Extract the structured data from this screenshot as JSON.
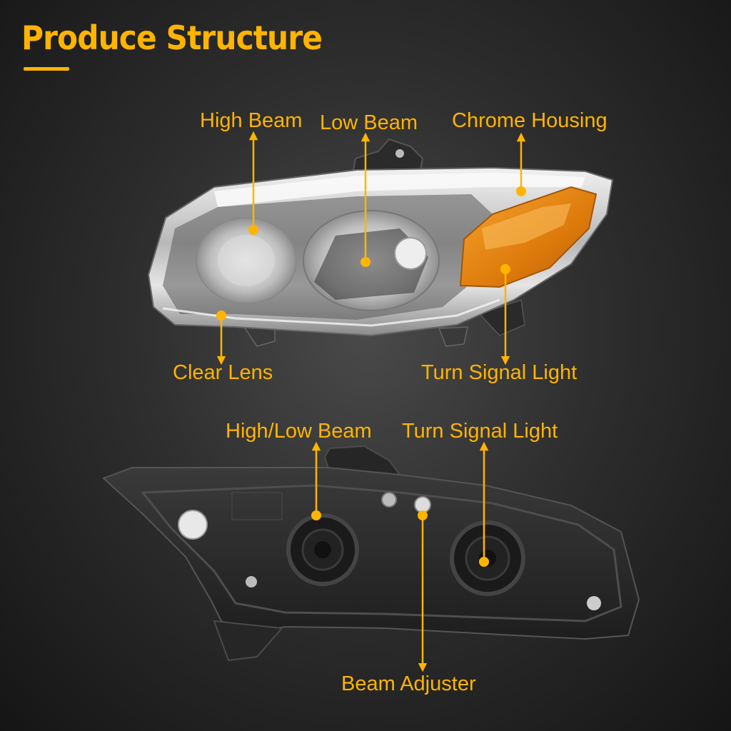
{
  "header": {
    "title": "Produce Structure"
  },
  "front_view": {
    "labels": {
      "high_beam": "High Beam",
      "low_beam": "Low Beam",
      "chrome_housing": "Chrome Housing",
      "clear_lens": "Clear Lens",
      "turn_signal_light": "Turn Signal Light"
    }
  },
  "back_view": {
    "labels": {
      "high_low_beam": "High/Low Beam",
      "turn_signal_light": "Turn Signal Light",
      "beam_adjuster": "Beam Adjuster"
    }
  },
  "colors": {
    "accent": "#ffb400",
    "amber_lens": "#e88a10",
    "background": "#2e2e2e"
  }
}
